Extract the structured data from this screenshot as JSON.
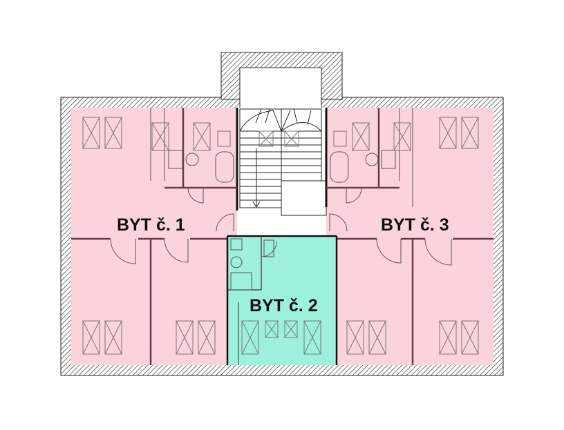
{
  "units": [
    {
      "id": "unit-1",
      "label": "BYT č. 1"
    },
    {
      "id": "unit-2",
      "label": "BYT č. 2"
    },
    {
      "id": "unit-3",
      "label": "BYT č. 3"
    }
  ],
  "colors": {
    "unit_fill": "#fbd3dc",
    "unit2_fill": "#9df0dc",
    "wall_hatch": "#333333",
    "partition": "#6b3848"
  }
}
